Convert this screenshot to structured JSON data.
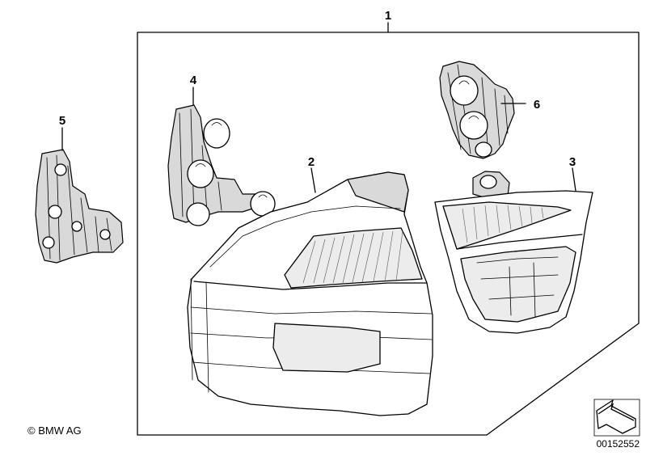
{
  "diagram": {
    "callouts": [
      {
        "id": "1",
        "label": "1"
      },
      {
        "id": "2",
        "label": "2"
      },
      {
        "id": "3",
        "label": "3"
      },
      {
        "id": "4",
        "label": "4"
      },
      {
        "id": "5",
        "label": "5"
      },
      {
        "id": "6",
        "label": "6"
      }
    ],
    "copyright": "© BMW AG",
    "document_number": "00152552"
  }
}
